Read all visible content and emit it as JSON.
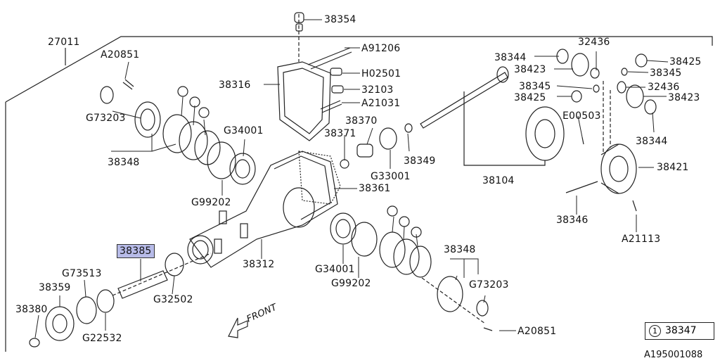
{
  "diagram": {
    "assembly_label": "27011",
    "labels": [
      {
        "key": "l38354",
        "text": "38354"
      },
      {
        "key": "l27011",
        "text": "27011"
      },
      {
        "key": "lA20851a",
        "text": "A20851"
      },
      {
        "key": "lA91206",
        "text": "A91206"
      },
      {
        "key": "l32436a",
        "text": "32436"
      },
      {
        "key": "l38344a",
        "text": "38344"
      },
      {
        "key": "l38425a",
        "text": "38425"
      },
      {
        "key": "l38423a",
        "text": "38423"
      },
      {
        "key": "l38345a",
        "text": "38345"
      },
      {
        "key": "lH02501",
        "text": "H02501"
      },
      {
        "key": "l38316",
        "text": "38316"
      },
      {
        "key": "l38345b",
        "text": "38345"
      },
      {
        "key": "l32436b",
        "text": "32436"
      },
      {
        "key": "l32103",
        "text": "32103"
      },
      {
        "key": "l38425b",
        "text": "38425"
      },
      {
        "key": "l38423b",
        "text": "38423"
      },
      {
        "key": "lA21031",
        "text": "A21031"
      },
      {
        "key": "lG73203a",
        "text": "G73203"
      },
      {
        "key": "l38370",
        "text": "38370"
      },
      {
        "key": "lE00503",
        "text": "E00503"
      },
      {
        "key": "l38371",
        "text": "38371"
      },
      {
        "key": "lG34001a",
        "text": "G34001"
      },
      {
        "key": "l38344b",
        "text": "38344"
      },
      {
        "key": "l38349",
        "text": "38349"
      },
      {
        "key": "l38348a",
        "text": "38348"
      },
      {
        "key": "l38421",
        "text": "38421"
      },
      {
        "key": "lG33001",
        "text": "G33001"
      },
      {
        "key": "l38104",
        "text": "38104"
      },
      {
        "key": "l38361",
        "text": "38361"
      },
      {
        "key": "lG99202a",
        "text": "G99202"
      },
      {
        "key": "l38346",
        "text": "38346"
      },
      {
        "key": "lA21113",
        "text": "A21113"
      },
      {
        "key": "l38385",
        "text": "38385",
        "selected": true
      },
      {
        "key": "l38348b",
        "text": "38348"
      },
      {
        "key": "l38312",
        "text": "38312"
      },
      {
        "key": "lG73513",
        "text": "G73513"
      },
      {
        "key": "lG34001b",
        "text": "G34001"
      },
      {
        "key": "l38359",
        "text": "38359"
      },
      {
        "key": "lG99202b",
        "text": "G99202"
      },
      {
        "key": "lG73203b",
        "text": "G73203"
      },
      {
        "key": "lG32502",
        "text": "G32502"
      },
      {
        "key": "l38380",
        "text": "38380"
      },
      {
        "key": "lG22532",
        "text": "G22532"
      },
      {
        "key": "lA20851b",
        "text": "A20851"
      }
    ],
    "direction_label": "FRONT",
    "circle_marker": "1",
    "legend": {
      "marker": "1",
      "part": "38347"
    },
    "doc_id": "A195001088",
    "highlight_color": "#b7bbe8",
    "line_color": "#222222",
    "icons": [
      "front-arrow-icon",
      "circle-marker-icon"
    ]
  }
}
